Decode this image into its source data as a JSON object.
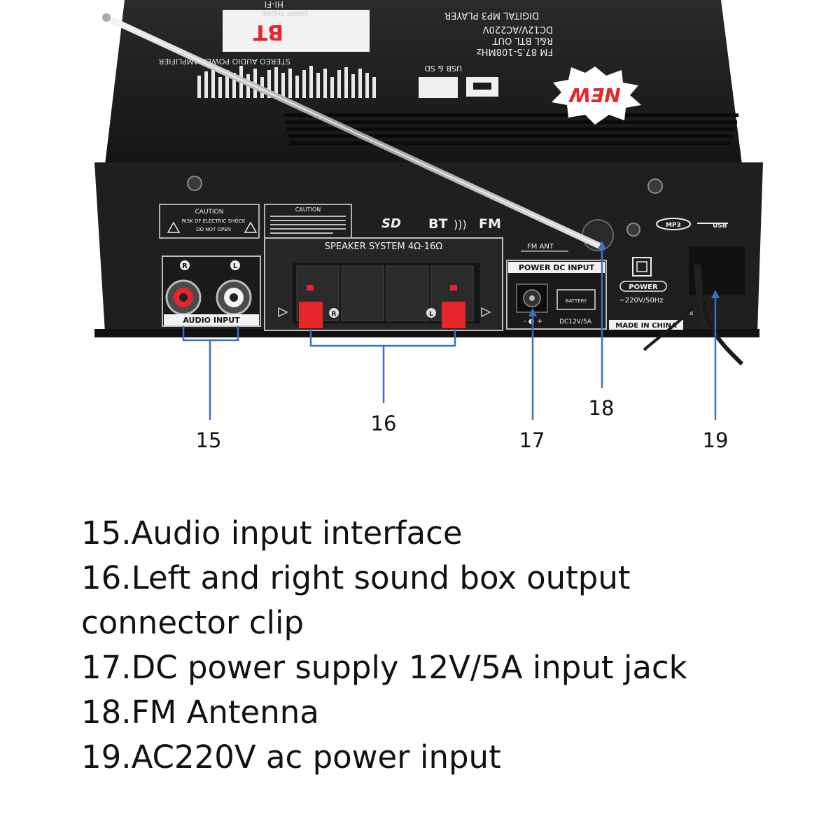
{
  "device": {
    "colors": {
      "body": "#1b1b1b",
      "front_panel": "#232323",
      "accent_red": "#e6262a",
      "label_white": "#f2f2f2",
      "callout_blue": "#3d6fc4"
    },
    "top_text": {
      "logo_small": "SMART PHONE",
      "bt_logo": "BT",
      "hifi": "HI-FI",
      "stereo": "STEREO AUDIO POWER AMPLIFIER",
      "features": [
        "DIGITAL MP3 PLAYER",
        "DC12V/AC220V",
        "R&L BTL OUT",
        "FM 87.5-108MHz"
      ],
      "usb_sd": "USB & SD",
      "new_badge": "NEW"
    },
    "caution_1": {
      "title": "CAUTION",
      "line1": "RISK OF ELECTRIC SHOCK",
      "line2": "DO NOT OPEN"
    },
    "caution_2": {
      "title": "CAUTION"
    },
    "logos": {
      "sd": "SD",
      "bt": "BT",
      "fm": "FM",
      "mp3": "MP3",
      "usb": "USB"
    },
    "speaker_system": "SPEAKER SYSTEM 4Ω-16Ω",
    "audio_input": "AUDIO INPUT",
    "rca_r": "R",
    "rca_l": "L",
    "terminal_r": "R",
    "terminal_l": "L",
    "fm_ant": "FM ANT",
    "power_dc_input": "POWER DC INPUT",
    "battery": "BATTERY",
    "dc_rating": "DC12V/5A",
    "power_label": "POWER",
    "ac_rating": "~220V/50Hz",
    "made_in": "MADE IN CHINA",
    "b_mark": "B"
  },
  "callouts": [
    {
      "id": "15",
      "label": "15"
    },
    {
      "id": "16",
      "label": "16"
    },
    {
      "id": "17",
      "label": "17"
    },
    {
      "id": "18",
      "label": "18"
    },
    {
      "id": "19",
      "label": "19"
    }
  ],
  "legend": [
    "15.Audio input interface",
    "16.Left and right sound box output",
    "connector clip",
    "17.DC power supply 12V/5A input jack",
    "18.FM Antenna",
    "19.AC220V ac power input"
  ]
}
